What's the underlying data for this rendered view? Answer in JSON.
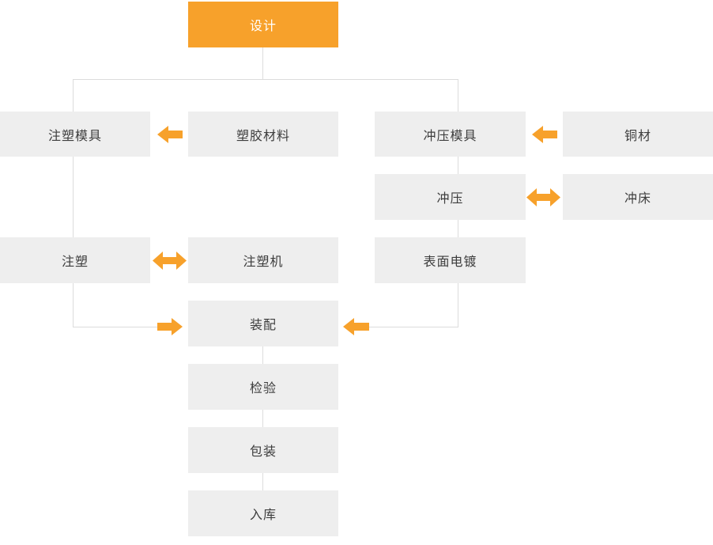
{
  "nodes": [
    {
      "id": "design",
      "label": "设计"
    },
    {
      "id": "injection-mold",
      "label": "注塑模具"
    },
    {
      "id": "plastic-material",
      "label": "塑胶材料"
    },
    {
      "id": "stamping-die",
      "label": "冲压模具"
    },
    {
      "id": "copper-material",
      "label": "铜材"
    },
    {
      "id": "stamping",
      "label": "冲压"
    },
    {
      "id": "punch-press",
      "label": "冲床"
    },
    {
      "id": "injection-molding",
      "label": "注塑"
    },
    {
      "id": "injection-machine",
      "label": "注塑机"
    },
    {
      "id": "surface-plating",
      "label": "表面电镀"
    },
    {
      "id": "assembly",
      "label": "装配"
    },
    {
      "id": "inspection",
      "label": "检验"
    },
    {
      "id": "packaging",
      "label": "包装"
    },
    {
      "id": "warehousing",
      "label": "入库"
    }
  ],
  "edges": [
    {
      "from": "设计",
      "to": "注塑模具",
      "type": "line"
    },
    {
      "from": "设计",
      "to": "冲压模具",
      "type": "line"
    },
    {
      "from": "塑胶材料",
      "to": "注塑模具",
      "type": "arrow"
    },
    {
      "from": "铜材",
      "to": "冲压模具",
      "type": "arrow"
    },
    {
      "from": "注塑模具",
      "to": "注塑",
      "type": "line"
    },
    {
      "from": "冲压模具",
      "to": "冲压",
      "type": "line"
    },
    {
      "from": "注塑",
      "to": "注塑机",
      "type": "double-arrow"
    },
    {
      "from": "冲压",
      "to": "冲床",
      "type": "double-arrow"
    },
    {
      "from": "冲压",
      "to": "表面电镀",
      "type": "line"
    },
    {
      "from": "注塑",
      "to": "装配",
      "type": "arrow"
    },
    {
      "from": "表面电镀",
      "to": "装配",
      "type": "arrow"
    },
    {
      "from": "装配",
      "to": "检验",
      "type": "line"
    },
    {
      "from": "检验",
      "to": "包装",
      "type": "line"
    },
    {
      "from": "包装",
      "to": "入库",
      "type": "line"
    }
  ],
  "colors": {
    "accent": "#F7A12B",
    "node_bg": "#EEEEEE",
    "node_text": "#3D3D3D",
    "connector": "#DCDCDC"
  }
}
